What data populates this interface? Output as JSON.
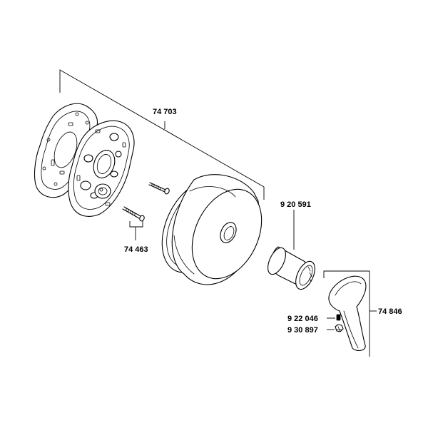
{
  "labels": {
    "assembly": "74 703",
    "screws": "74 463",
    "sleeve": "9 20 591",
    "set_screw": "9 22 046",
    "nut": "9 30 897",
    "handle": "74 846"
  }
}
